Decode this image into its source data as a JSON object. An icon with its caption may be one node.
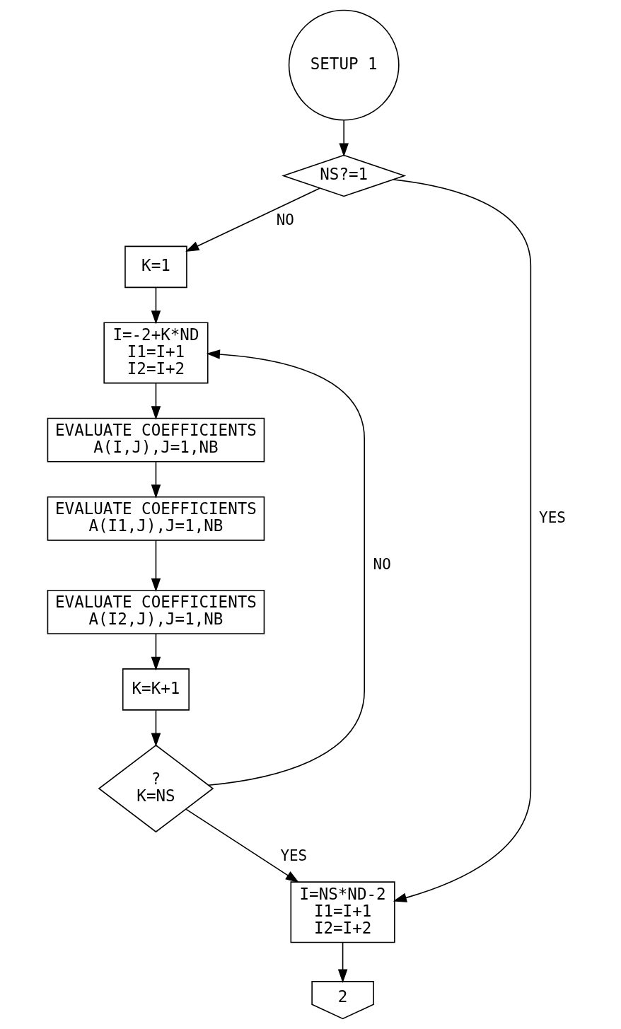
{
  "diagram": {
    "nodes": [
      {
        "text": [
          "SETUP 1"
        ]
      },
      {
        "text": [
          "NS?=1"
        ]
      },
      {
        "text": [
          "K=1"
        ]
      },
      {
        "text": [
          "I=-2+K*ND",
          "I1=I+1",
          "I2=I+2"
        ]
      },
      {
        "text": [
          "EVALUATE COEFFICIENTS",
          "A(I,J),J=1,NB"
        ]
      },
      {
        "text": [
          "EVALUATE COEFFICIENTS",
          "A(I1,J),J=1,NB"
        ]
      },
      {
        "text": [
          "EVALUATE COEFFICIENTS",
          "A(I2,J),J=1,NB"
        ]
      },
      {
        "text": [
          "K=K+1"
        ]
      },
      {
        "text": [
          "?",
          "K=NS"
        ]
      },
      {
        "text": [
          "I=NS*ND-2",
          "I1=I+1",
          "I2=I+2"
        ]
      },
      {
        "text": [
          "2"
        ]
      }
    ],
    "edges": [
      {
        "from": 0,
        "to": 1,
        "arrow": "to"
      },
      {
        "from": 1,
        "to": 9,
        "arrow": "to",
        "label": "YES"
      },
      {
        "from": 1,
        "to": 2,
        "arrow": "to",
        "label": "NO"
      },
      {
        "from": 2,
        "to": 3,
        "arrow": "to"
      },
      {
        "from": 3,
        "to": 4,
        "arrow": "to"
      },
      {
        "from": 4,
        "to": 5,
        "arrow": "to"
      },
      {
        "from": 5,
        "to": 6,
        "arrow": "to"
      },
      {
        "from": 6,
        "to": 7,
        "arrow": "to"
      },
      {
        "from": 7,
        "to": 8,
        "arrow": "to"
      },
      {
        "from": 8,
        "to": 3,
        "arrow": "to",
        "label": "NO"
      },
      {
        "from": 8,
        "to": 9,
        "arrow": "to",
        "label": "YES"
      },
      {
        "from": 9,
        "to": 10,
        "arrow": "to"
      }
    ]
  }
}
